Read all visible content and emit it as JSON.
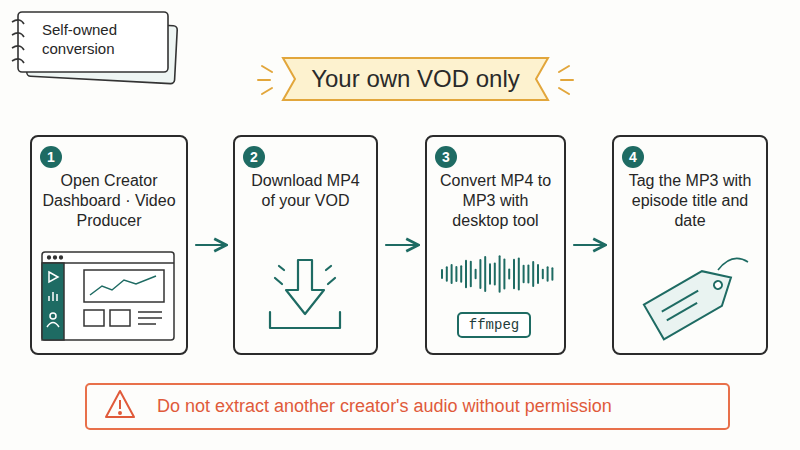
{
  "diagram": {
    "title": "Your own VOD only",
    "nodes": [
      {
        "text": [
          "Self-owned conversion"
        ]
      },
      {
        "text": [
          "Open Creator Dashboard · Video Producer"
        ]
      },
      {
        "text": [
          "1"
        ],
        "in": 1
      },
      {
        "text": [
          "Download MP4 of your VOD"
        ]
      },
      {
        "text": [
          "2"
        ],
        "in": 3
      },
      {
        "text": [
          "Convert MP4 to MP3 with desktop tool"
        ]
      },
      {
        "text": [
          "3"
        ],
        "in": 5
      },
      {
        "text": [
          "ffmpeg"
        ],
        "in": 5
      },
      {
        "text": [
          "Tag the MP3 with episode title and date"
        ]
      },
      {
        "text": [
          "4"
        ],
        "in": 8
      },
      {
        "text": [
          "Do not extract another creator's audio without permission"
        ]
      }
    ],
    "edges": [
      {
        "from": 1,
        "to": 3,
        "arrow": "to"
      },
      {
        "from": 3,
        "to": 5,
        "arrow": "to"
      },
      {
        "from": 5,
        "to": 8,
        "arrow": "to"
      }
    ]
  }
}
